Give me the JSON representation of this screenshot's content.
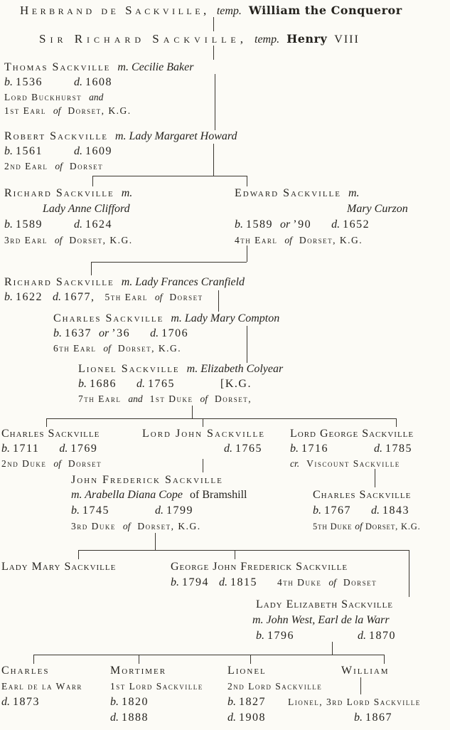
{
  "page": {
    "background": "#fcfbf6",
    "ink": "#24221d",
    "description": "Genealogical tree of the Sackville family"
  },
  "tree": {
    "herbrand": {
      "name": "Herbrand de Sackville,",
      "temp": "temp.",
      "era": "William the Conqueror"
    },
    "sir_richard": {
      "name": "Sir Richard Sackville,",
      "temp": "temp.",
      "era": "Henry",
      "era_numeral": "VIII"
    },
    "thomas": {
      "name": "Thomas Sackville",
      "marriage": "m. Cecilie Baker",
      "b_label": "b.",
      "b": "1536",
      "d_label": "d.",
      "d": "1608",
      "title1": "Lord Buckhurst",
      "title1_and": "and",
      "title2a": "1st Earl",
      "title2of": "of",
      "title2b": "Dorset, K.G."
    },
    "robert": {
      "name": "Robert Sackville",
      "marriage": "m. Lady Margaret Howard",
      "b_label": "b.",
      "b": "1561",
      "d_label": "d.",
      "d": "1609",
      "titlea": "2nd Earl",
      "titleof": "of",
      "titleb": "Dorset"
    },
    "richard3": {
      "name": "Richard Sackville",
      "m": "m.",
      "wife": "Lady Anne Clifford",
      "b_label": "b.",
      "b": "1589",
      "d_label": "d.",
      "d": "1624",
      "titlea": "3rd Earl",
      "titleof": "of",
      "titleb": "Dorset, K.G."
    },
    "edward4": {
      "name": "Edward Sackville",
      "m": "m.",
      "wife": "Mary Curzon",
      "b_label": "b.",
      "b": "1589",
      "or": "or",
      "or_year": "’90",
      "d_label": "d.",
      "d": "1652",
      "titlea": "4th Earl",
      "titleof": "of",
      "titleb": "Dorset, K.G."
    },
    "richard5": {
      "name": "Richard Sackville",
      "marriage": "m. Lady Frances Cranfield",
      "b_label": "b.",
      "b": "1622",
      "d_label": "d.",
      "d": "1677,",
      "titlea": "5th Earl",
      "titleof": "of",
      "titleb": "Dorset"
    },
    "charles6": {
      "name": "Charles Sackville",
      "marriage": "m. Lady Mary Compton",
      "b_label": "b.",
      "b": "1637",
      "or": "or",
      "or_year": "’36",
      "d_label": "d.",
      "d": "1706",
      "titlea": "6th Earl",
      "titleof": "of",
      "titleb": "Dorset, K.G."
    },
    "lionel1": {
      "name": "Lionel Sackville",
      "marriage": "m. Elizabeth Colyear",
      "b_label": "b.",
      "b": "1686",
      "d_label": "d.",
      "d": "1765",
      "kg": "[K.G.",
      "titlea": "7th Earl",
      "titleand": "and",
      "titleb": "1st Duke",
      "titleof": "of",
      "titlec": "Dorset,"
    },
    "charles2duke": {
      "name": "Charles Sackville",
      "b_label": "b.",
      "b": "1711",
      "d_label": "d.",
      "d": "1769",
      "titlea": "2nd Duke",
      "titleof": "of",
      "titleb": "Dorset"
    },
    "lord_john": {
      "name": "Lord John Sackville",
      "d_label": "d.",
      "d": "1765"
    },
    "lord_george": {
      "name": "Lord George Sackville",
      "b_label": "b.",
      "b": "1716",
      "d_label": "d.",
      "d": "1785",
      "title_cr": "cr.",
      "titleb": "Viscount Sackville"
    },
    "john_frederick": {
      "name": "John Frederick Sackville",
      "marriage": "m. Arabella Diana Cope",
      "marriage2": "of Bramshill",
      "b_label": "b.",
      "b": "1745",
      "d_label": "d.",
      "d": "1799",
      "titlea": "3rd Duke",
      "titleof": "of",
      "titleb": "Dorset, K.G."
    },
    "charles5duke": {
      "name": "Charles Sackville",
      "b_label": "b.",
      "b": "1767",
      "d_label": "d.",
      "d": "1843",
      "titlea": "5th Duke",
      "titleof": "of",
      "titleb": "Dorset, K.G."
    },
    "lady_mary": {
      "name": "Lady Mary Sackville"
    },
    "george4duke": {
      "name": "George John Frederick Sackville",
      "b_label": "b.",
      "b": "1794",
      "d_label": "d.",
      "d": "1815",
      "titlea": "4th Duke",
      "titleof": "of",
      "titleb": "Dorset"
    },
    "lady_elizabeth": {
      "name": "Lady Elizabeth Sackville",
      "marriage": "m. John West, Earl de la Warr",
      "b_label": "b.",
      "b": "1796",
      "d_label": "d.",
      "d": "1870"
    },
    "charles_de_la_warr": {
      "name": "Charles",
      "title": "Earl de la Warr",
      "d_label": "d.",
      "d": "1873"
    },
    "mortimer": {
      "name": "Mortimer",
      "title": "1st Lord Sackville",
      "b_label": "b.",
      "b": "1820",
      "d_label": "d.",
      "d": "1888"
    },
    "lionel2": {
      "name": "Lionel",
      "title": "2nd Lord Sackville",
      "b_label": "b.",
      "b": "1827",
      "d_label": "d.",
      "d": "1908"
    },
    "william": {
      "name": "William"
    },
    "lionel3": {
      "name": "Lionel, 3rd Lord Sackville",
      "b_label": "b.",
      "b": "1867"
    }
  }
}
